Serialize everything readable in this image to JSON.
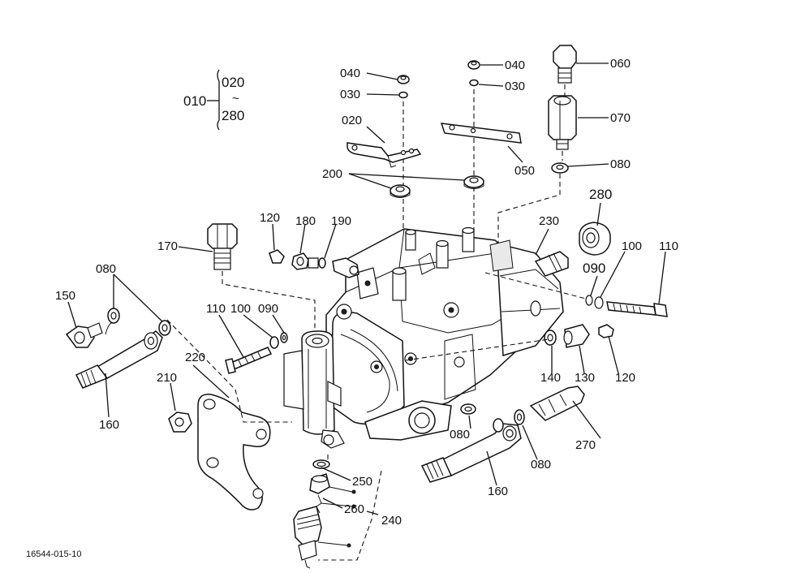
{
  "drawing_ref": "16544-015-10",
  "range": {
    "start": "010",
    "from": "020",
    "tilde": "~",
    "to": "280"
  },
  "labels": {
    "l_040a": "040",
    "l_030a": "030",
    "l_020": "020",
    "l_040b": "040",
    "l_030b": "030",
    "l_050": "050",
    "l_060": "060",
    "l_070": "070",
    "l_080a": "080",
    "l_200": "200",
    "l_280": "280",
    "l_230": "230",
    "l_100a": "100",
    "l_110a": "110",
    "l_090a": "090",
    "l_120a": "120",
    "l_180": "180",
    "l_190": "190",
    "l_170": "170",
    "l_080b": "080",
    "l_150": "150",
    "l_160a": "160",
    "l_110b": "110",
    "l_100b": "100",
    "l_090b": "090",
    "l_220": "220",
    "l_210": "210",
    "l_140": "140",
    "l_130": "130",
    "l_120b": "120",
    "l_080c": "080",
    "l_270": "270",
    "l_080d": "080",
    "l_160b": "160",
    "l_250": "250",
    "l_260": "260",
    "l_240": "240"
  }
}
